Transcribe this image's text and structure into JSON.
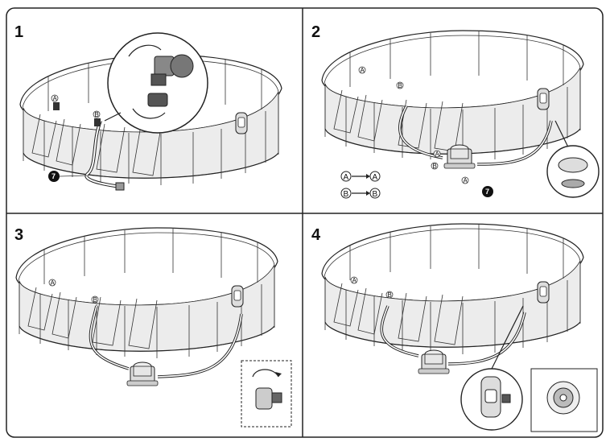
{
  "steps": [
    {
      "number": "1",
      "part_labels": [
        "A",
        "B"
      ],
      "badge": "7"
    },
    {
      "number": "2",
      "part_labels": [
        "A",
        "B",
        "A",
        "B",
        "A"
      ],
      "badge": "7",
      "legend": [
        {
          "from": "A",
          "to": "A"
        },
        {
          "from": "B",
          "to": "B"
        }
      ]
    },
    {
      "number": "3",
      "part_labels": [
        "A",
        "B"
      ]
    },
    {
      "number": "4",
      "part_labels": [
        "A",
        "B"
      ]
    }
  ],
  "colors": {
    "frame": "#222222",
    "pool_fill": "#eeeeee",
    "badge": "#111111"
  },
  "icons": [
    "pool-illustration",
    "hose-icon",
    "filter-pump-icon",
    "skimmer-icon",
    "hand-icon",
    "rotate-arrow-icon"
  ]
}
